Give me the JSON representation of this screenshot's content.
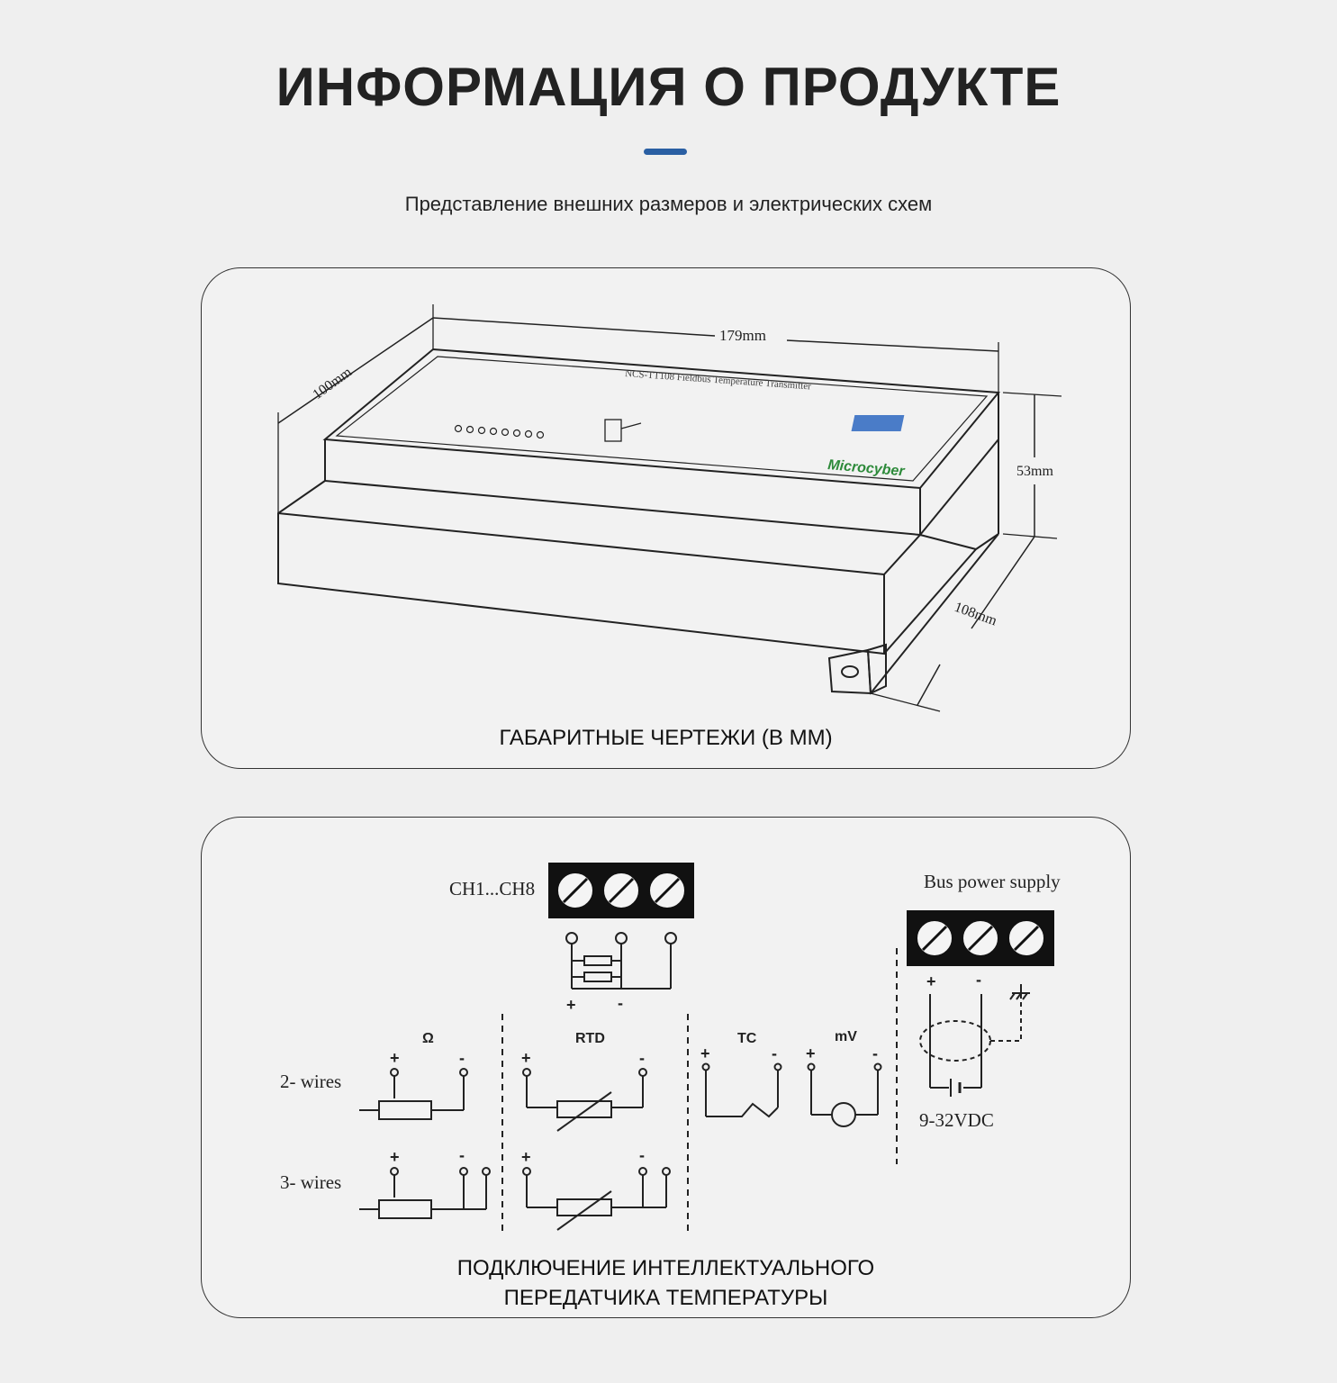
{
  "header": {
    "title": "ИНФОРМАЦИЯ О ПРОДУКТЕ",
    "subtitle": "Представление внешних размеров и электрических схем",
    "accent_color": "#2a5fa3"
  },
  "dimension_drawing": {
    "device_label": "NCS-TT108 Fieldbus Temperature Transmitter",
    "brand": "Microcyber",
    "dim_length": "179mm",
    "dim_width": "100mm",
    "dim_height": "53mm",
    "dim_depth": "108mm",
    "caption": "ГАБАРИТНЫЕ ЧЕРТЕЖИ (В ММ)"
  },
  "wiring": {
    "channel_label": "CH1...CH8",
    "bus_label": "Bus power supply",
    "voltage": "9-32VDC",
    "wire2": "2- wires",
    "wire3": "3- wires",
    "sensors": [
      "Ω",
      "RTD",
      "TC",
      "mV"
    ],
    "plus": "+",
    "minus": "-",
    "caption_line1": "ПОДКЛЮЧЕНИЕ ИНТЕЛЛЕКТУАЛЬНОГО",
    "caption_line2": "ПЕРЕДАТЧИКА ТЕМПЕРАТУРЫ"
  }
}
